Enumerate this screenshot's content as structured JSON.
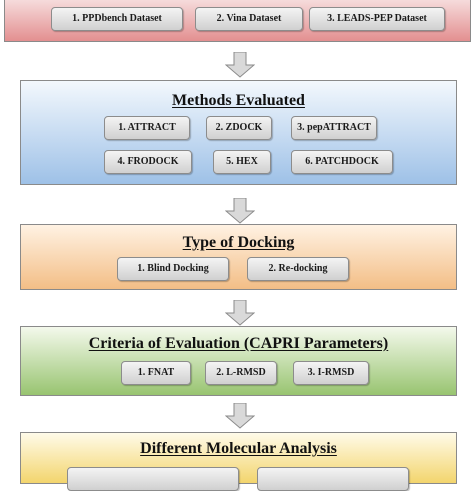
{
  "stages": {
    "datasets": {
      "items": [
        "1. PPDbench Dataset",
        "2. Vina Dataset",
        "3. LEADS-PEP Dataset"
      ],
      "fill_top": "#f7e1e1",
      "fill_bottom": "#e38f90"
    },
    "methods": {
      "title": "Methods Evaluated",
      "items": [
        "1. ATTRACT",
        "2. ZDOCK",
        "3. pepATTRACT",
        "4. FRODOCK",
        "5. HEX",
        "6. PATCHDOCK"
      ],
      "fill_top": "#f3f8fd",
      "fill_bottom": "#9ec1e7"
    },
    "docking": {
      "title": "Type of Docking",
      "items": [
        "1. Blind Docking",
        "2. Re-docking"
      ],
      "fill_top": "#fff2e3",
      "fill_bottom": "#f3be86"
    },
    "criteria": {
      "title": "Criteria of Evaluation (CAPRI Parameters)",
      "items": [
        "1. FNAT",
        "2. L-RMSD",
        "3. I-RMSD"
      ],
      "fill_top": "#f4f9ec",
      "fill_bottom": "#98c470"
    },
    "analysis": {
      "title": "Different Molecular Analysis",
      "fill_top": "#fffbe9",
      "fill_bottom": "#f3d56d"
    }
  },
  "arrow_icon": "down-arrow-icon",
  "arrow_color": "#d9d9d9"
}
